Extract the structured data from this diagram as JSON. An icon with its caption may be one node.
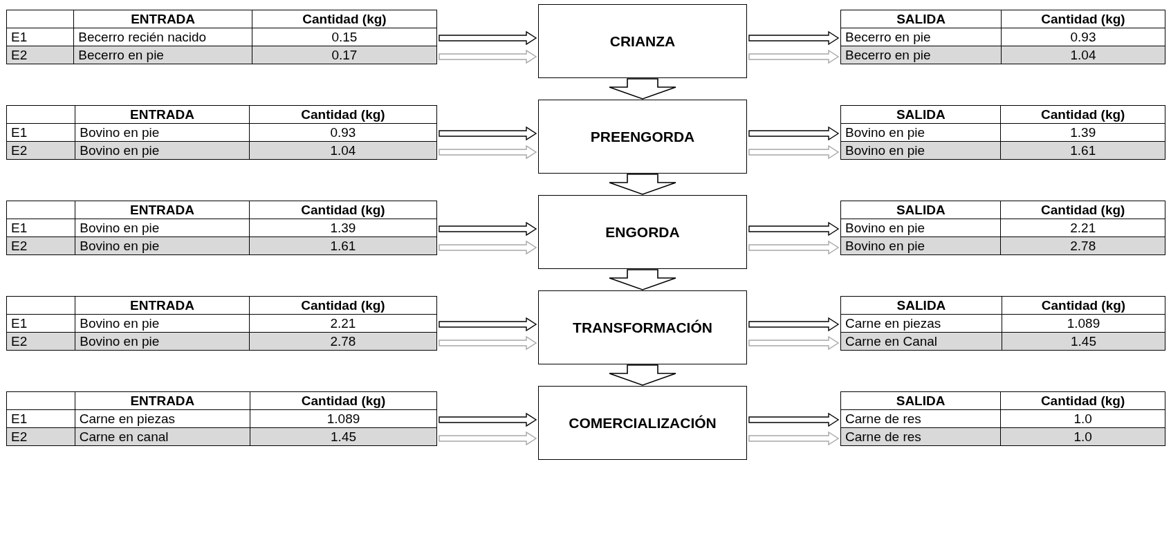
{
  "diagram": {
    "nodes": [
      {
        "text": [
          "ENTRADA",
          "Cantidad (kg)",
          "E1",
          "Becerro recién nacido",
          "0.15",
          "E2",
          "Becerro en pie",
          "0.17"
        ]
      },
      {
        "text": [
          "CRIANZA"
        ]
      },
      {
        "text": [
          "SALIDA",
          "Cantidad (kg)",
          "Becerro en pie",
          "0.93",
          "Becerro en pie",
          "1.04"
        ]
      },
      {
        "text": [
          "ENTRADA",
          "Cantidad (kg)",
          "E1",
          "Bovino en pie",
          "0.93",
          "E2",
          "Bovino en pie",
          "1.04"
        ]
      },
      {
        "text": [
          "PREENGORDA"
        ]
      },
      {
        "text": [
          "SALIDA",
          "Cantidad (kg)",
          "Bovino en pie",
          "1.39",
          "Bovino en pie",
          "1.61"
        ]
      },
      {
        "text": [
          "ENTRADA",
          "Cantidad (kg)",
          "E1",
          "Bovino en pie",
          "1.39",
          "E2",
          "Bovino en pie",
          "1.61"
        ]
      },
      {
        "text": [
          "ENGORDA"
        ]
      },
      {
        "text": [
          "SALIDA",
          "Cantidad (kg)",
          "Bovino en pie",
          "2.21",
          "Bovino en pie",
          "2.78"
        ]
      },
      {
        "text": [
          "ENTRADA",
          "Cantidad (kg)",
          "E1",
          "Bovino en pie",
          "2.21",
          "E2",
          "Bovino en pie",
          "2.78"
        ]
      },
      {
        "text": [
          "TRANSFORMACIÓN"
        ]
      },
      {
        "text": [
          "SALIDA",
          "Cantidad (kg)",
          "Carne en piezas",
          "1.089",
          "Carne en Canal",
          "1.45"
        ]
      },
      {
        "text": [
          "ENTRADA",
          "Cantidad (kg)",
          "E1",
          "Carne en piezas",
          "1.089",
          "E2",
          "Carne en canal",
          "1.45"
        ]
      },
      {
        "text": [
          "COMERCIALIZACIÓN"
        ]
      },
      {
        "text": [
          "SALIDA",
          "Cantidad (kg)",
          "Carne de res",
          "1.0",
          "Carne de res",
          "1.0"
        ]
      }
    ],
    "edges": [
      {
        "from": 0,
        "to": 1,
        "arrow": "to"
      },
      {
        "from": 0,
        "to": 1,
        "arrow": "to",
        "color": "#a6a6a6"
      },
      {
        "from": 1,
        "to": 2,
        "arrow": "to"
      },
      {
        "from": 1,
        "to": 2,
        "arrow": "to",
        "color": "#a6a6a6"
      },
      {
        "from": 1,
        "to": 4,
        "arrow": "to",
        "style": "thick"
      },
      {
        "from": 3,
        "to": 4,
        "arrow": "to"
      },
      {
        "from": 3,
        "to": 4,
        "arrow": "to",
        "color": "#a6a6a6"
      },
      {
        "from": 4,
        "to": 5,
        "arrow": "to"
      },
      {
        "from": 4,
        "to": 5,
        "arrow": "to",
        "color": "#a6a6a6"
      },
      {
        "from": 4,
        "to": 7,
        "arrow": "to",
        "style": "thick"
      },
      {
        "from": 6,
        "to": 7,
        "arrow": "to"
      },
      {
        "from": 6,
        "to": 7,
        "arrow": "to",
        "color": "#a6a6a6"
      },
      {
        "from": 7,
        "to": 8,
        "arrow": "to"
      },
      {
        "from": 7,
        "to": 8,
        "arrow": "to",
        "color": "#a6a6a6"
      },
      {
        "from": 7,
        "to": 10,
        "arrow": "to",
        "style": "thick"
      },
      {
        "from": 9,
        "to": 10,
        "arrow": "to"
      },
      {
        "from": 9,
        "to": 10,
        "arrow": "to",
        "color": "#a6a6a6"
      },
      {
        "from": 10,
        "to": 11,
        "arrow": "to"
      },
      {
        "from": 10,
        "to": 11,
        "arrow": "to",
        "color": "#a6a6a6"
      },
      {
        "from": 10,
        "to": 13,
        "arrow": "to",
        "style": "thick"
      },
      {
        "from": 12,
        "to": 13,
        "arrow": "to"
      },
      {
        "from": 12,
        "to": 13,
        "arrow": "to",
        "color": "#a6a6a6"
      },
      {
        "from": 13,
        "to": 14,
        "arrow": "to"
      },
      {
        "from": 13,
        "to": 14,
        "arrow": "to",
        "color": "#a6a6a6"
      }
    ]
  }
}
